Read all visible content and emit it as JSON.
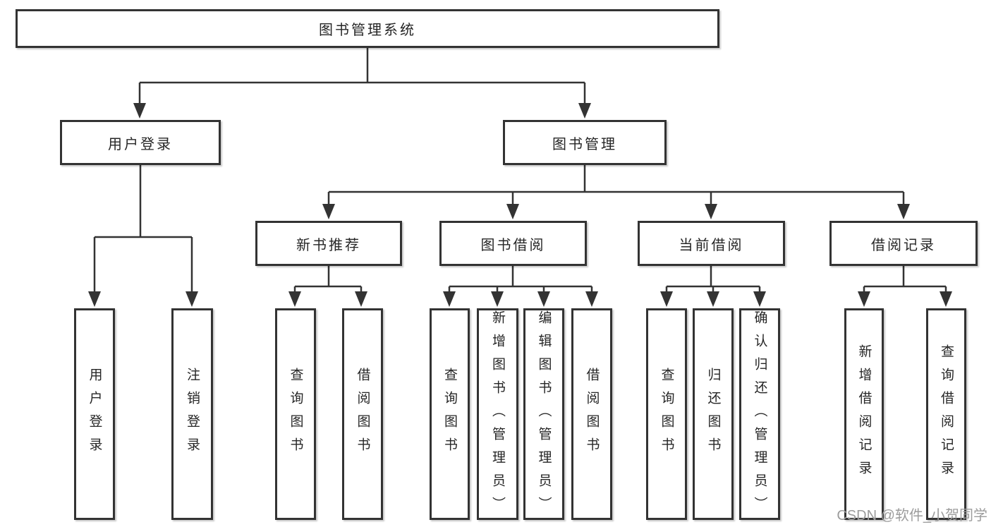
{
  "watermark": "CSDN @软件_小贺同学",
  "colors": {
    "line": "#333333",
    "text": "#262626",
    "watermark": "#9c9c9c",
    "box_fill": "#ffffff"
  },
  "tree": {
    "root": "图书管理系统",
    "branches": [
      {
        "label": "用户登录",
        "children": [
          "用户登录",
          "注销登录"
        ]
      },
      {
        "label": "图书管理",
        "sections": [
          {
            "label": "新书推荐",
            "children": [
              "查询图书",
              "借阅图书"
            ]
          },
          {
            "label": "图书借阅",
            "children": [
              "查询图书",
              "新增图书（管理员）",
              "编辑图书（管理员）",
              "借阅图书"
            ]
          },
          {
            "label": "当前借阅",
            "children": [
              "查询图书",
              "归还图书",
              "确认归还（管理员）"
            ]
          },
          {
            "label": "借阅记录",
            "children": [
              "新增借阅记录",
              "查询借阅记录"
            ]
          }
        ]
      }
    ]
  }
}
